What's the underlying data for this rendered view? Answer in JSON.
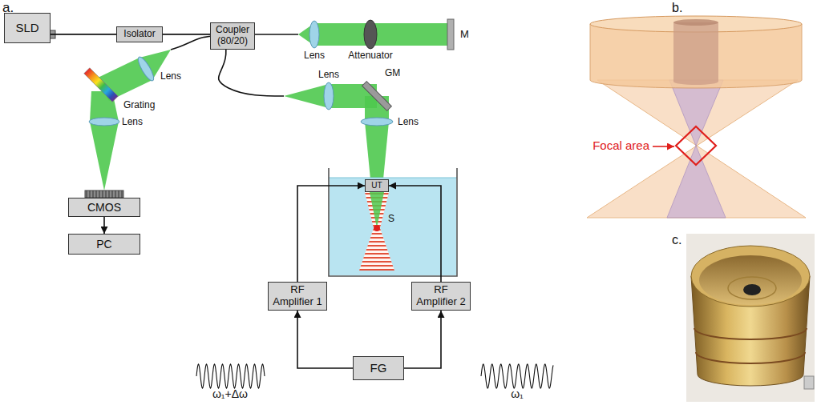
{
  "diagram": {
    "nodes": [
      {
        "text": [
          "SLD"
        ]
      },
      {
        "text": [
          "Isolator"
        ]
      },
      {
        "text": [
          "Coupler (80/20)"
        ]
      },
      {
        "text": [
          "CMOS"
        ]
      },
      {
        "text": [
          "PC"
        ]
      },
      {
        "text": [
          "UT"
        ]
      },
      {
        "text": [
          "RF Amplifier 1"
        ]
      },
      {
        "text": [
          "RF Amplifier 2"
        ]
      },
      {
        "text": [
          "FG"
        ]
      }
    ],
    "edges": [
      {
        "from": 0,
        "to": 1,
        "arrow": "none"
      },
      {
        "from": 1,
        "to": 2,
        "arrow": "none"
      },
      {
        "from": 3,
        "to": 4,
        "arrow": "to"
      },
      {
        "from": 8,
        "to": 6,
        "arrow": "to"
      },
      {
        "from": 8,
        "to": 7,
        "arrow": "to"
      },
      {
        "from": 6,
        "to": 5,
        "arrow": "to"
      },
      {
        "from": 7,
        "to": 5,
        "arrow": "to"
      }
    ],
    "labels": [
      "a.",
      "Lens",
      "Attenuator",
      "M",
      "Lens",
      "Grating",
      "Lens",
      "Lens",
      "GM",
      "Lens",
      "S",
      "ω₁+Δω",
      "ω₁",
      "b.",
      "Focal area",
      "c."
    ]
  }
}
